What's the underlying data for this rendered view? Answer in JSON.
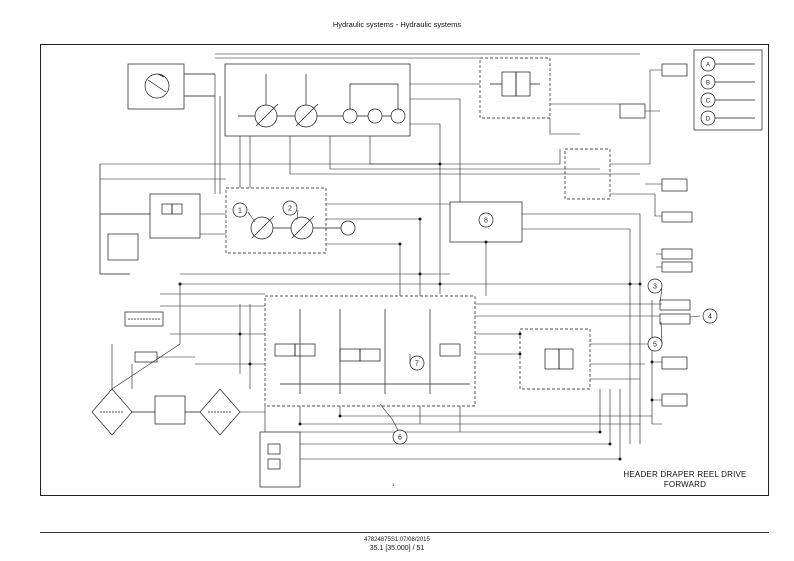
{
  "header": {
    "title": "Hydraulic systems - Hydraulic systems"
  },
  "diagram": {
    "caption_line1": "HEADER DRAPER REEL DRIVE",
    "caption_line2": "FORWARD",
    "inner_ref": "1 ",
    "callouts": [
      "1",
      "2",
      "3",
      "4",
      "5",
      "6",
      "7",
      "8"
    ],
    "legend_letters": [
      "A",
      "B",
      "C",
      "D"
    ]
  },
  "footer": {
    "doc_ref": "47824875S1 07/08/2015",
    "page": "35.1 [35.000] / 51"
  },
  "colors": {
    "line": "#1a1a1a",
    "background": "#ffffff"
  }
}
